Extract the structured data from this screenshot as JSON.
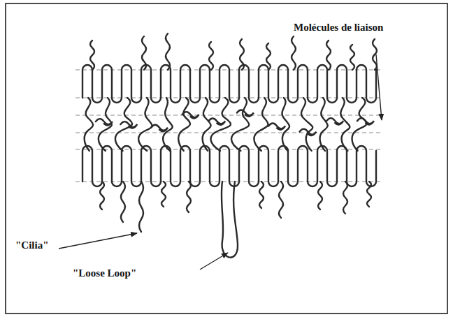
{
  "diagram": {
    "labels": [
      "Molécules de liaison",
      "\"Cilia\"",
      "\"Loose Loop\""
    ]
  }
}
